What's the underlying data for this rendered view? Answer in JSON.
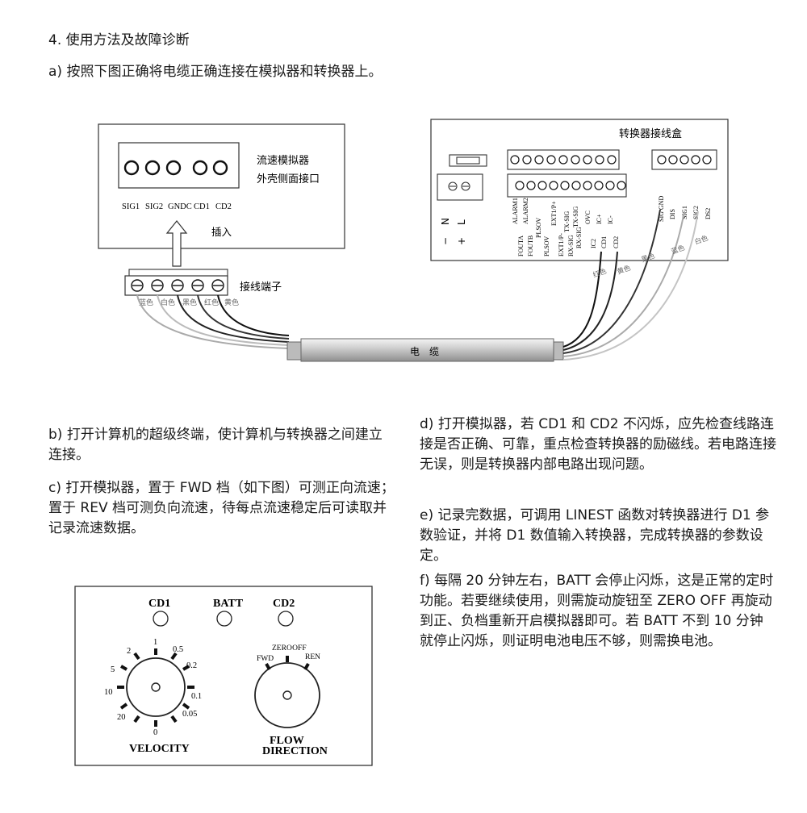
{
  "heading": "4. 使用方法及故障诊断",
  "step_a": "a) 按照下图正确将电缆正确连接在模拟器和转换器上。",
  "step_b": "b) 打开计算机的超级终端，使计算机与转换器之间建立连接。",
  "step_c": "c) 打开模拟器，置于 FWD 档（如下图）可测正向流速；置于 REV 档可测负向流速，待每点流速稳定后可读取并记录流速数据。",
  "step_d": "d) 打开模拟器，若 CD1 和 CD2 不闪烁，应先检查线路连接是否正确、可靠，重点检查转换器的励磁线。若电路连接无误，则是转换器内部电路出现问题。",
  "step_e": "e) 记录完数据，可调用 LINEST 函数对转换器进行 D1 参数验证，并将 D1 数值输入转换器，完成转换器的参数设定。",
  "step_f": "f) 每隔 20 分钟左右，BATT 会停止闪烁，这是正常的定时功能。若要继续使用，则需旋动旋钮至 ZERO OFF 再旋动到正、负档重新开启模拟器即可。若 BATT 不到 10 分钟就停止闪烁，则证明电池电压不够，则需换电池。",
  "wiring_diagram": {
    "simulator_caption_1": "流速模拟器",
    "simulator_caption_2": "外壳侧面接口",
    "simulator_pins": [
      "SIG1",
      "SIG2",
      "GNDC",
      "CD1",
      "CD2"
    ],
    "insert_label": "插入",
    "terminal_label": "接线端子",
    "terminal_wire_colors": [
      "蓝色",
      "白色",
      "黑色",
      "红色",
      "黄色"
    ],
    "cable_label": "电　缆",
    "converter_title": "转换器接线盒",
    "power_labels": [
      "N",
      "L",
      "−",
      "+"
    ],
    "signal_labels": [
      "FOUTA",
      "FOUTB",
      "PLSOV",
      "PLSOV",
      "EXT1/P+",
      "EXT1/P-",
      "RX-SIG",
      "RX-SIG",
      "TX-SIG",
      "TX-SIG",
      "OVC",
      "IC2",
      "CD1",
      "CD2",
      "IC+",
      "IC-"
    ],
    "signal_top_labels": [
      "ALARM1",
      "ALARM2"
    ],
    "right_terminal_labels": [
      "SIG GND",
      "DIS",
      "SIG1",
      "SIG2",
      "DS2"
    ],
    "converter_wire_colors": [
      "红色",
      "黄色",
      "黑色",
      "蓝色",
      "白色"
    ]
  },
  "panel": {
    "cd1": "CD1",
    "batt": "BATT",
    "cd2": "CD2",
    "velocity_scale": [
      "1",
      "0.5",
      "0.2",
      "0.1",
      "0.05",
      "0",
      "20",
      "10",
      "5",
      "2"
    ],
    "velocity_label": "VELOCITY",
    "flow_positions": [
      "FWD",
      "ZERO OFF",
      "REN"
    ],
    "flow_label_1": "FLOW",
    "flow_label_2": "DIRECTION"
  }
}
